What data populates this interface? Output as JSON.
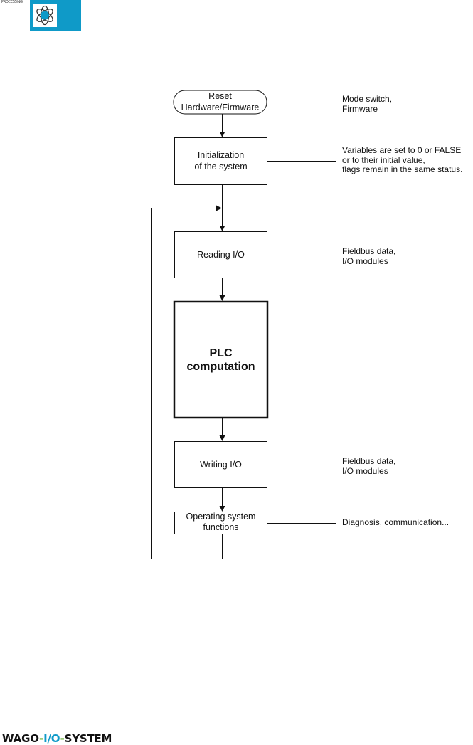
{
  "header": {
    "tiny_text": "PROCESSING",
    "logo_icon": "atom-icon",
    "logo_color": "#0f9ac8"
  },
  "flowchart": {
    "start": {
      "line1": "Reset",
      "line2": "Hardware/Firmware"
    },
    "steps": [
      {
        "id": "init",
        "line1": "Initialization",
        "line2": "of the system"
      },
      {
        "id": "read",
        "line1": "Reading I/O",
        "line2": ""
      },
      {
        "id": "plc",
        "line1": "PLC",
        "line2": "computation"
      },
      {
        "id": "write",
        "line1": "Writing I/O",
        "line2": ""
      },
      {
        "id": "os",
        "line1": "Operating system",
        "line2": "functions"
      }
    ],
    "notes": {
      "reset": [
        "Mode switch,",
        "Firmware"
      ],
      "init": [
        "Variables are set to 0 or FALSE",
        "or to their initial value,",
        "flags remain in the same status."
      ],
      "read": [
        "Fieldbus data,",
        "I/O modules"
      ],
      "write": [
        "Fieldbus data,",
        "I/O modules"
      ],
      "os": [
        "Diagnosis, communication..."
      ]
    }
  },
  "footer": {
    "brand_a": "WAGO",
    "dash1": "-",
    "brand_b": "I/O",
    "dash2": "-",
    "brand_c": "SYSTEM"
  }
}
